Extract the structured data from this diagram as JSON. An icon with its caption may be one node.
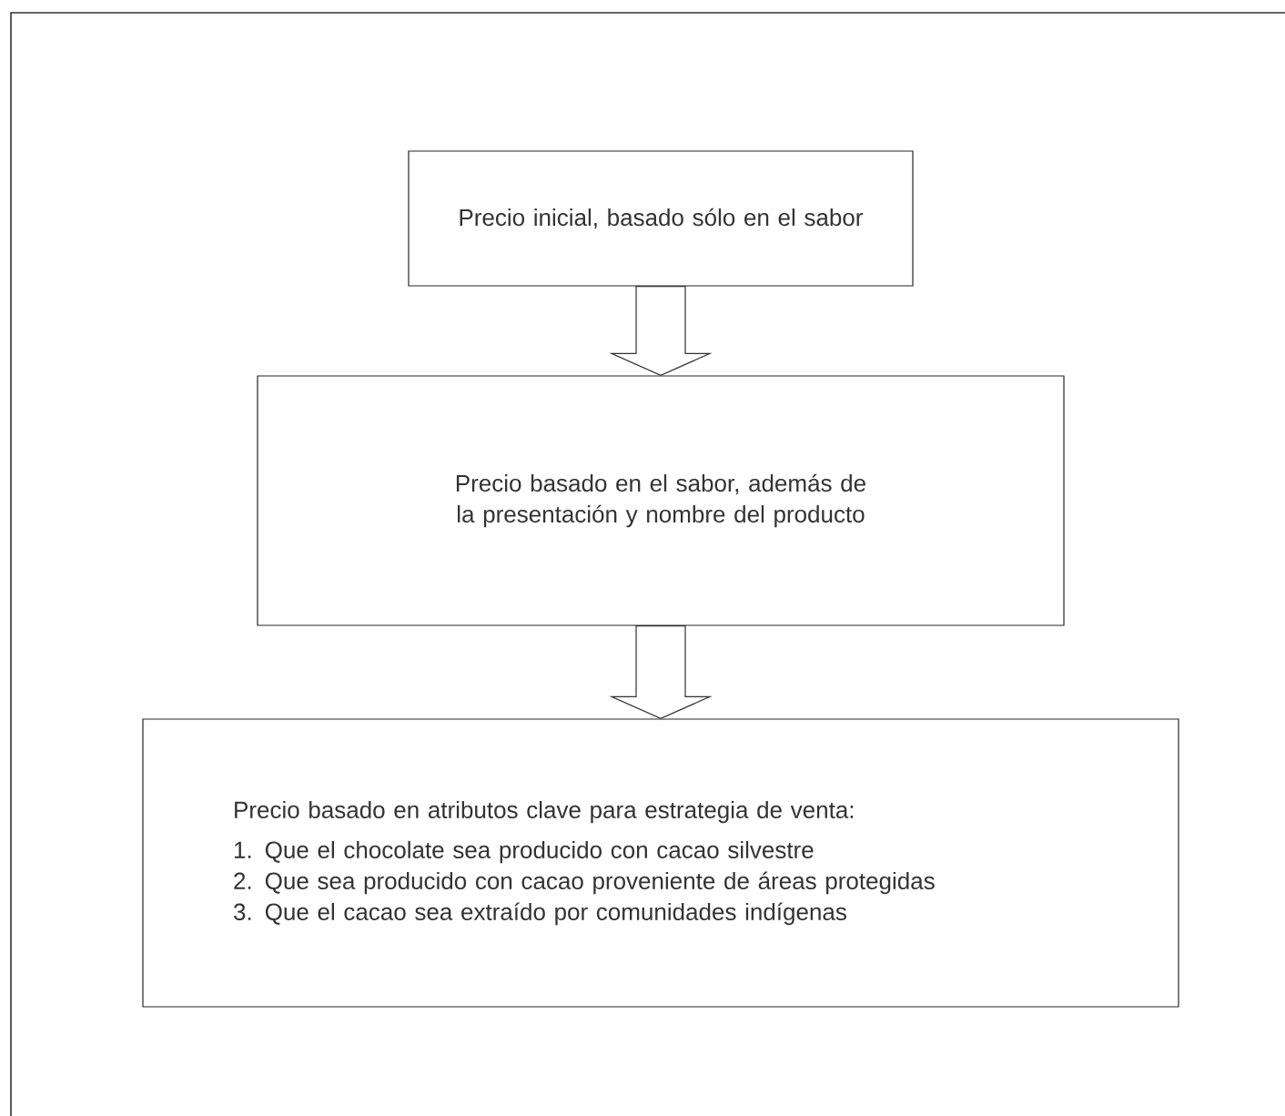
{
  "diagram": {
    "nodes": [
      {
        "text": [
          "Precio inicial, basado sólo en el sabor"
        ]
      },
      {
        "text": [
          "Precio basado en el sabor, además de la presentación y nombre del producto"
        ]
      },
      {
        "text": [
          "Precio basado en atributos clave para estrategia de venta:",
          "1. Que el chocolate sea producido con cacao silvestre",
          "2. Que sea producido con cacao proveniente de áreas protegidas",
          "3. Que el cacao sea extraído por comunidades indígenas"
        ]
      }
    ],
    "edges": [
      {
        "from": 0,
        "to": 1,
        "arrow": "to"
      },
      {
        "from": 1,
        "to": 2,
        "arrow": "to"
      }
    ]
  }
}
